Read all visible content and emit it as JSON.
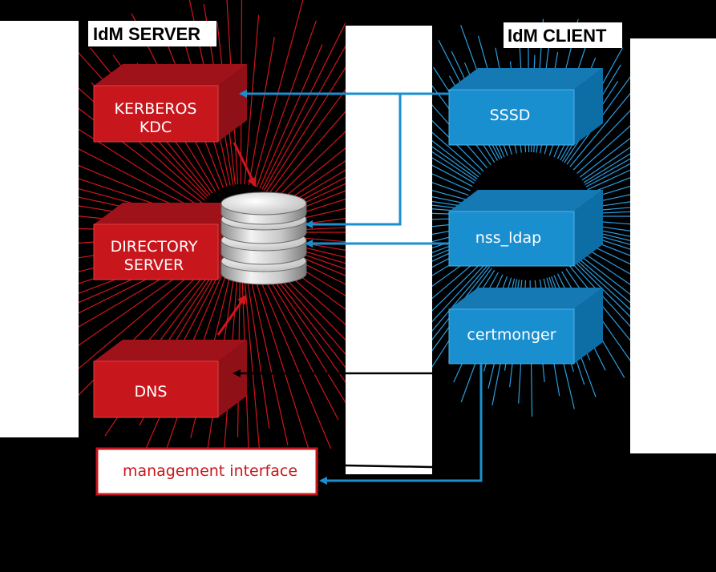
{
  "server": {
    "header": "IdM SERVER",
    "kerberos": {
      "line1": "KERBEROS",
      "line2": "KDC"
    },
    "directory": {
      "line1": "DIRECTORY",
      "line2": "SERVER"
    },
    "dns": "DNS",
    "management": "management interface"
  },
  "client": {
    "header": "IdM CLIENT",
    "sssd": "SSSD",
    "nss_ldap": "nss_ldap",
    "certmonger": "certmonger"
  },
  "colors": {
    "server_red": "#c8161d",
    "server_red_side": "#8f1117",
    "client_blue": "#1a8fd0",
    "client_blue_side": "#0d6ea6",
    "arrow_blue": "#1a8fd0"
  },
  "icons": {
    "database": "database-icon"
  }
}
